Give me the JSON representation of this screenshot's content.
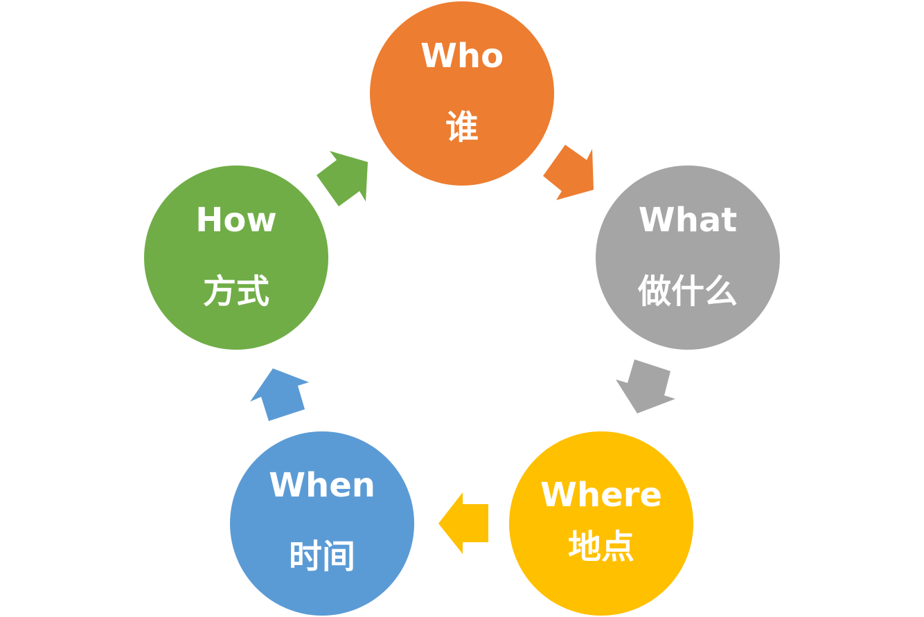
{
  "nodes": [
    {
      "id": "who",
      "en": "Who",
      "cn": "谁",
      "color": "#ED7D31"
    },
    {
      "id": "what",
      "en": "What",
      "cn": "做什么",
      "color": "#A5A5A5"
    },
    {
      "id": "where",
      "en": "Where",
      "cn": "地点",
      "color": "#FFC000"
    },
    {
      "id": "when",
      "en": "When",
      "cn": "时间",
      "color": "#5B9BD5"
    },
    {
      "id": "how",
      "en": "How",
      "cn": "方式",
      "color": "#70AD47"
    }
  ],
  "arrows": [
    {
      "from": "who",
      "to": "what",
      "color": "#ED7D31"
    },
    {
      "from": "what",
      "to": "where",
      "color": "#A5A5A5"
    },
    {
      "from": "where",
      "to": "when",
      "color": "#FFC000"
    },
    {
      "from": "when",
      "to": "how",
      "color": "#5B9BD5"
    },
    {
      "from": "how",
      "to": "who",
      "color": "#70AD47"
    }
  ]
}
